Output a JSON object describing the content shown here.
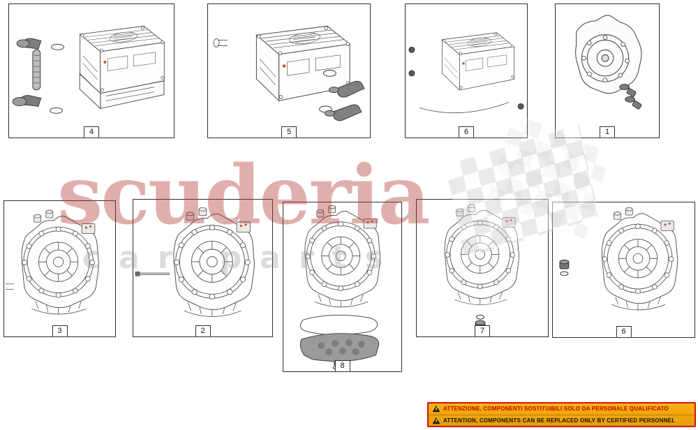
{
  "watermark": {
    "title": "scuderia",
    "subtitle": "car parts",
    "title_color": "#b03a37",
    "subtitle_color": "#8f8f8f",
    "flag_icon": "checkered-flag-icon"
  },
  "panels": [
    {
      "label": "4",
      "drawing": "inverter-with-coolant-hoses"
    },
    {
      "label": "5",
      "drawing": "inverter-unit-with-elbow-fittings"
    },
    {
      "label": "6",
      "drawing": "inverter-control-unit"
    },
    {
      "label": "1",
      "drawing": "electric-motor"
    },
    {
      "label": "3",
      "drawing": "gearbox-housing-assembly"
    },
    {
      "label": "2",
      "drawing": "gearbox-housing-with-stud"
    },
    {
      "label": "8",
      "drawing": "gearbox-housing-with-oil-sump"
    },
    {
      "label": "7",
      "drawing": "gearbox-housing-with-drain-plug"
    },
    {
      "label": "6",
      "drawing": "gearbox-housing-with-plug"
    }
  ],
  "warning": {
    "line1": "ATTENZIONE, COMPONENTI SOSTITUIBILI SOLO DA PERSONALE QUALIFICATO",
    "line2": "ATTENTION, COMPONENTS CAN BE REPLACED ONLY BY CERTIFIED PERSONNEL",
    "background": "#efa40d",
    "border_color": "#d01317",
    "line1_color": "#c40000",
    "line2_color": "#111111",
    "icon": "warning-triangle-icon"
  }
}
